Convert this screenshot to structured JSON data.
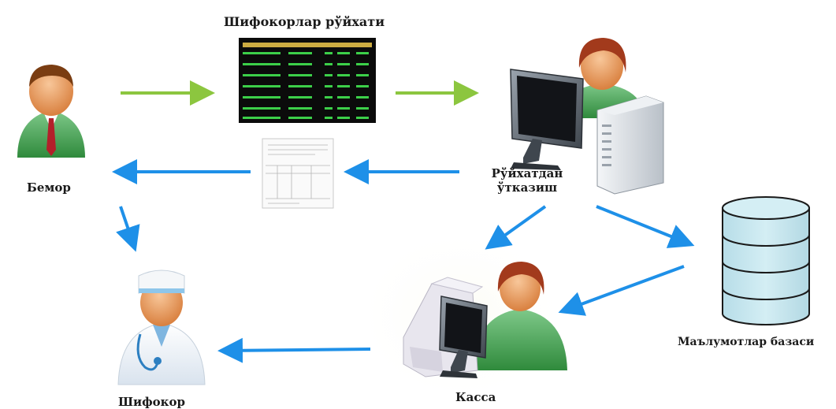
{
  "diagram": {
    "nodes": {
      "patient": {
        "label": "Бемор",
        "icon": "patient-icon"
      },
      "doctor_list": {
        "label": "Шифокорлар рўйхати",
        "icon": "doctor-list-board-icon"
      },
      "registration": {
        "label_line1": "Рўйхатдан",
        "label_line2": "ўтказиш",
        "icon": "registration-workstation-icon"
      },
      "database": {
        "label": "Маълумотлар базаси",
        "icon": "database-icon"
      },
      "cashier": {
        "label": "Касса",
        "icon": "cashier-workstation-icon"
      },
      "doctor": {
        "label": "Шифокор",
        "icon": "doctor-icon"
      }
    },
    "colors": {
      "green_arrow": "#8cc63f",
      "blue_arrow": "#1e90e8",
      "db_fill": "#c6e6ee",
      "db_stroke": "#1a1a1a"
    }
  }
}
